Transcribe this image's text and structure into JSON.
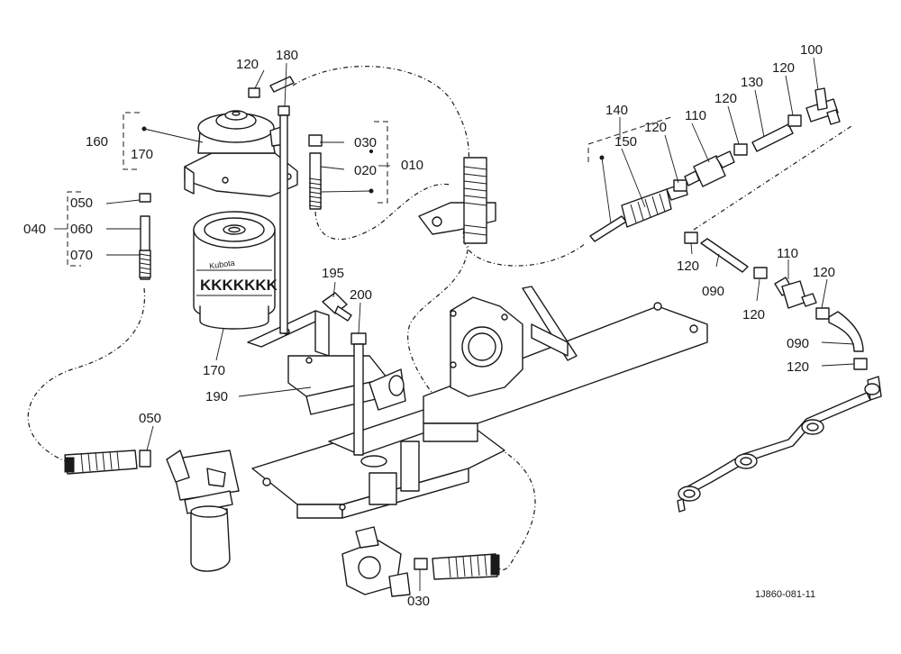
{
  "labels": {
    "p120_top": "120",
    "p180": "180",
    "p160": "160",
    "p170_top": "170",
    "p030_top": "030",
    "p020": "020",
    "p010": "010",
    "p050_left": "050",
    "p060": "060",
    "p070": "070",
    "p040": "040",
    "p170_bottom": "170",
    "p195": "195",
    "p200": "200",
    "p190": "190",
    "p050_bottom": "050",
    "p030_bottom": "030",
    "p140": "140",
    "p150": "150",
    "p120_a": "120",
    "p110_top": "110",
    "p120_b": "120",
    "p130": "130",
    "p120_c": "120",
    "p100": "100",
    "p120_d": "120",
    "p090_a": "090",
    "p120_e": "120",
    "p110_bottom": "110",
    "p120_f": "120",
    "p090_b": "090",
    "p120_g": "120"
  },
  "filter_brand": "Kubota",
  "filter_band": "KKKKKKK",
  "drawing_ref": "1J860-081-11"
}
